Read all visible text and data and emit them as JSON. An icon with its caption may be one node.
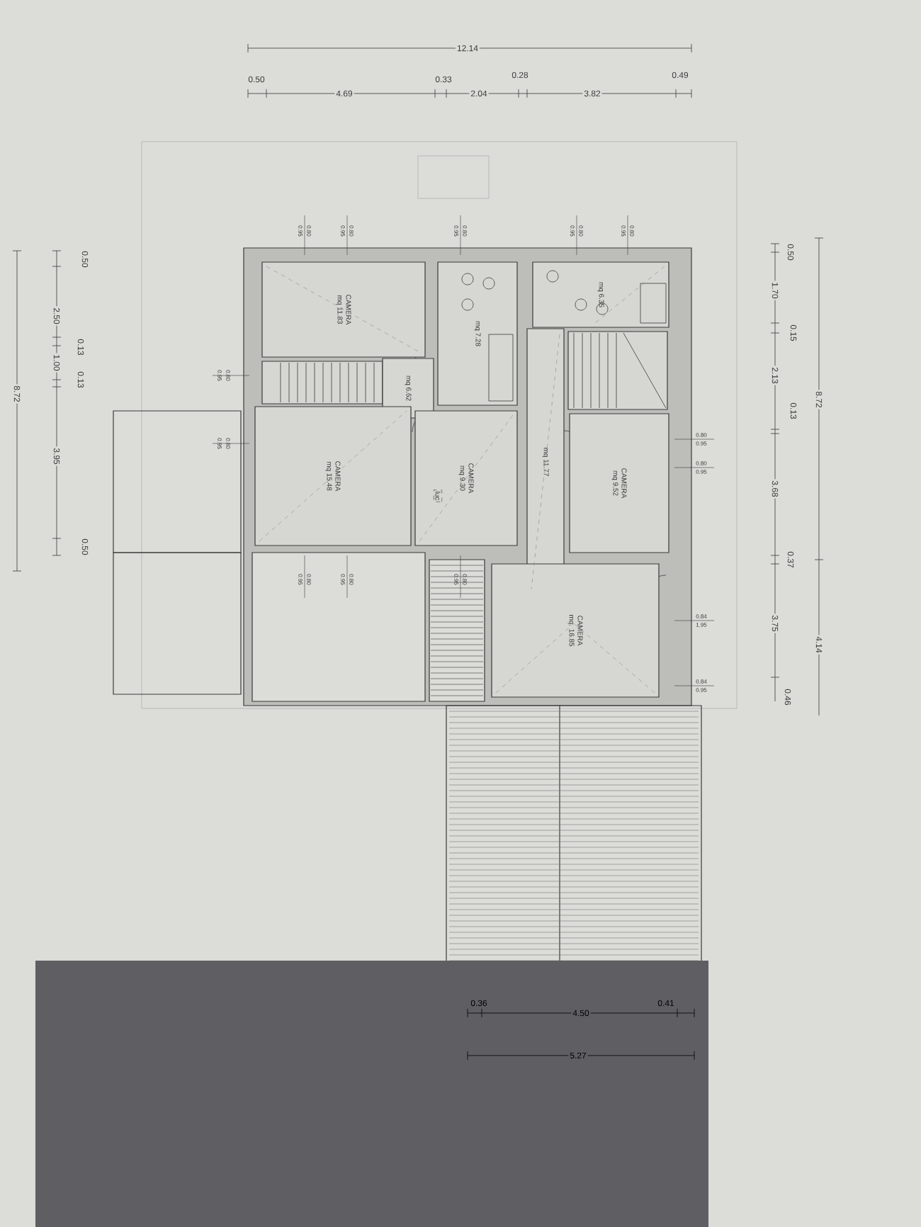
{
  "diagram": {
    "nodes": [
      {
        "text": [
          "CAMERA",
          "mq 11.83"
        ]
      },
      {
        "text": [
          "mq 6.62"
        ]
      },
      {
        "text": [
          "CAMERA",
          "mq 15.48"
        ]
      },
      {
        "text": [
          "mq 7.28"
        ]
      },
      {
        "text": [
          "CAMERA",
          "mq 9.30"
        ]
      },
      {
        "text": [
          "mq 6.35"
        ]
      },
      {
        "text": [
          "mq 11.77"
        ]
      },
      {
        "text": [
          "CAMERA",
          "mq 9.52"
        ]
      },
      {
        "text": [
          "CAMERA",
          "mq. 16.85"
        ]
      }
    ],
    "labels": [
      "12.14",
      "0.50",
      "0.33",
      "0.28",
      "0.49",
      "4.69",
      "2.04",
      "3.82",
      "0.50",
      "2.50",
      "0.13",
      "1.00",
      "0.13",
      "3.95",
      "0.50",
      "8.72",
      "0.50",
      "1.70",
      "0.15",
      "2.13",
      "0.13",
      "3.68",
      "0.37",
      "3.75",
      "0.46",
      "8.72",
      "4.14",
      "0.80",
      "0.95",
      "0.80",
      "0.95",
      "0.80",
      "0.95",
      "0.80",
      "0.95",
      "0.80",
      "0.95",
      "0.80",
      "0.95",
      "0.80",
      "0.95",
      "0.80",
      "0.95",
      "0.80",
      "0.95",
      "0.84",
      "1.95",
      "0.84",
      "0.95",
      "0.80",
      "0.95",
      "0.80",
      "0.95",
      "0.80",
      "0.95",
      "luc",
      "0.36",
      "0.41",
      "4.50",
      "5.27"
    ]
  }
}
